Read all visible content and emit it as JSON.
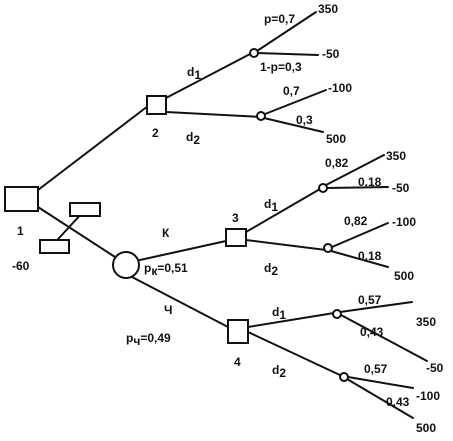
{
  "nodes": {
    "n1": "1",
    "n2": "2",
    "n3": "3",
    "n4": "4"
  },
  "cost": "-60",
  "branches": {
    "survey_yes": "К",
    "survey_no": "Ч",
    "p_yes_main": "p",
    "p_yes_sub": "к",
    "p_yes_val": "=0,51",
    "p_no_main": "p",
    "p_no_sub": "ч",
    "p_no_val": "=0,49",
    "d1": "d",
    "d2": "d",
    "d_sub1": "1",
    "d_sub2": "2"
  },
  "probabilities": {
    "top_p": "p=0,7",
    "top_q": "1-p=0,3",
    "n2d2_p": "0,7",
    "n2d2_q": "0,3",
    "n3d1_p": "0,82",
    "n3d1_q": "0,18",
    "n3d2_p": "0,82",
    "n3d2_q": "0,18",
    "n4d1_p": "0,57",
    "n4d1_q": "0,43",
    "n4d2_p": "0,57",
    "n4d2_q": "0,43"
  },
  "payoffs": {
    "a1": "350",
    "a2": "-50",
    "a3": "-100",
    "a4": "500",
    "b1": "350",
    "b2": "-50",
    "b3": "-100",
    "b4": "500",
    "c1": "350",
    "c2": "-50",
    "c3": "-100",
    "c4": "500"
  }
}
